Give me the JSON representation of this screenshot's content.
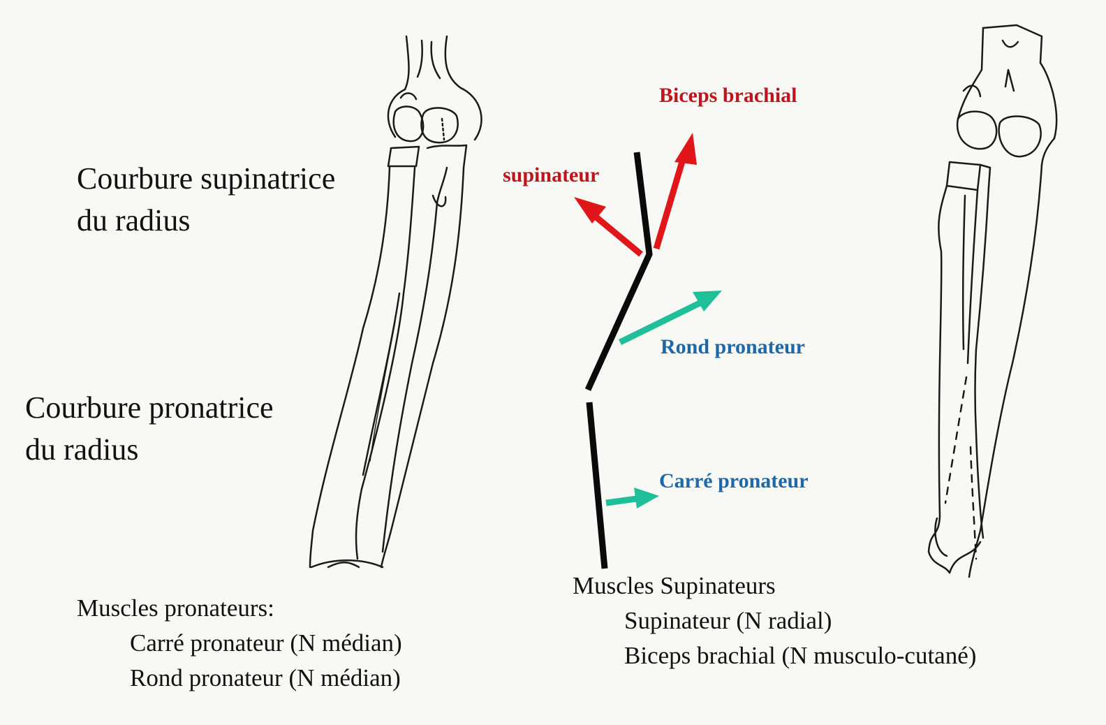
{
  "diagram": {
    "curvatures": {
      "supinatrice": [
        "Courbure supinatrice",
        "du radius"
      ],
      "pronatrice": [
        "Courbure pronatrice",
        "du radius"
      ]
    },
    "arrows": {
      "biceps": "Biceps brachial",
      "supinateur": "supinateur",
      "rond_pronateur": "Rond pronateur",
      "carre_pronateur": "Carré pronateur"
    },
    "pronators": {
      "title": "Muscles pronateurs:",
      "items": [
        "Carré pronateur (N médian)",
        "Rond pronateur (N médian)"
      ]
    },
    "supinators": {
      "title": "Muscles Supinateurs",
      "items": [
        "Supinateur (N radial)",
        "Biceps brachial (N musculo-cutané)"
      ]
    },
    "colors": {
      "supinator_arrow": "#e0161b",
      "supinator_label": "#c0141c",
      "pronator_arrow": "#1fbf9a",
      "pronator_label": "#1e67a8",
      "radius_axis": "#0a0a0a"
    }
  }
}
